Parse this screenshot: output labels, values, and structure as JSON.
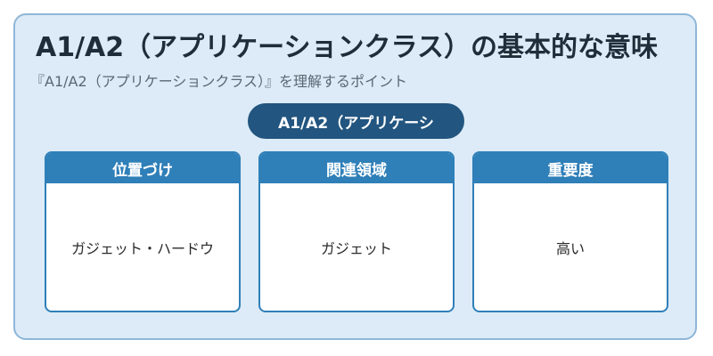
{
  "title": "A1/A2（アプリケーションクラス）の基本的な意味",
  "subtitle": "『A1/A2（アプリケーションクラス）』を理解するポイント",
  "pill_label": "A1/A2（アプリケーシ",
  "cards": [
    {
      "header": "位置づけ",
      "body": "ガジェット・ハードウ"
    },
    {
      "header": "関連領域",
      "body": "ガジェット"
    },
    {
      "header": "重要度",
      "body": "高い"
    }
  ]
}
